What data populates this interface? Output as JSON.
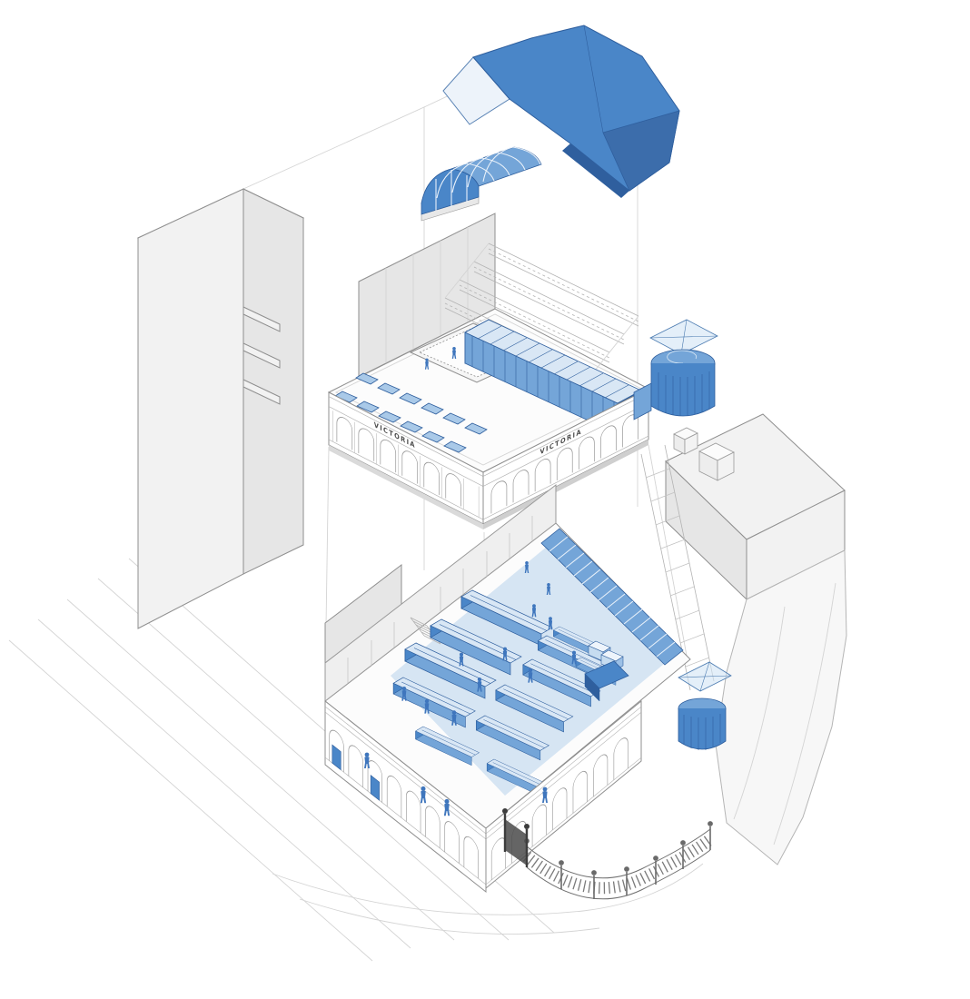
{
  "diagram": {
    "type": "architectural-exploded-axonometric-drawing",
    "description": "Exploded axonometric drawing of the Victoria market building: lifted roof structures and upper hall floating above the ground-level market hall with stalls, figures, perimeter fence and surrounding terrain",
    "signs": [
      {
        "location": "upper-cornice-left-face",
        "text": "VICTORIA"
      },
      {
        "location": "upper-cornice-right-face",
        "text": "VICTORIA"
      }
    ],
    "palette": {
      "line": "#8f8f8f",
      "faint_line": "#d4d4d4",
      "light_grey_fill": "#f2f2f2",
      "mid_grey_fill": "#e6e6e6",
      "dark_blue": "#2f5f9e",
      "accent_blue": "#4a86c8",
      "mid_blue": "#74a5d8",
      "light_blue": "#a9c9e8",
      "pale_blue": "#d9e7f5",
      "figure_blue": "#3f76bd"
    }
  }
}
